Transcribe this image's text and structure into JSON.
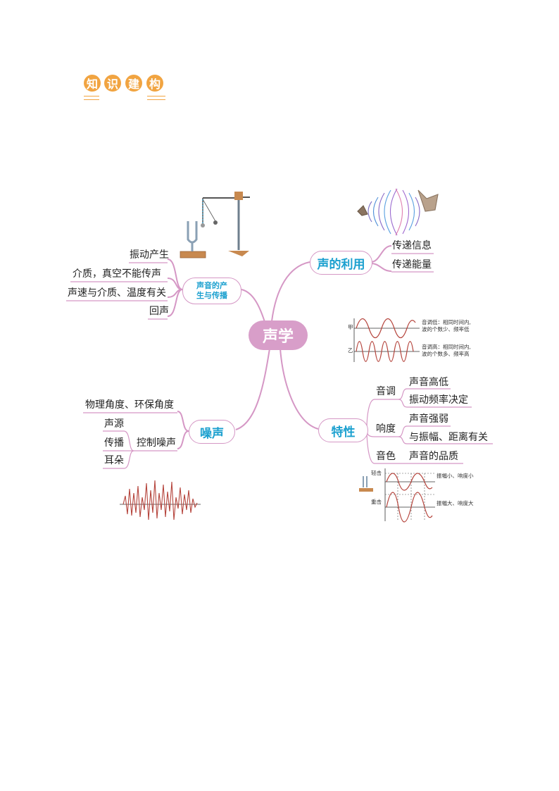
{
  "header": {
    "chars": [
      "知",
      "识",
      "建",
      "构"
    ]
  },
  "center": "声学",
  "nodes": {
    "production": {
      "title_l1": "声音的产",
      "title_l2": "生与传播",
      "items": [
        "振动产生",
        "介质，真空不能传声",
        "声速与介质、温度有关",
        "回声"
      ]
    },
    "use": {
      "title": "声的利用",
      "items": [
        "传递信息",
        "传递能量"
      ]
    },
    "noise": {
      "title": "噪声",
      "item": "物理角度、环保角度",
      "control": "控制噪声",
      "subitems": [
        "声源",
        "传播",
        "耳朵"
      ]
    },
    "character": {
      "title": "特性",
      "pitch": {
        "label": "音调",
        "items": [
          "声音高低",
          "振动频率决定"
        ]
      },
      "loudness": {
        "label": "响度",
        "items": [
          "声音强弱",
          "与振幅、距离有关"
        ]
      },
      "timbre": {
        "label": "音色",
        "item": "声音的品质"
      }
    }
  },
  "waves": {
    "jia": "甲",
    "yi": "乙",
    "note1_l1": "音调低：相同时间内,",
    "note1_l2": "波的个数少、频率低",
    "note2_l1": "音调高：相同时间内,",
    "note2_l2": "波的个数多、频率高",
    "light": "轻击",
    "heavy": "重击",
    "note3": "振幅小、响度小",
    "note4": "振幅大、响度大"
  },
  "colors": {
    "branch": "#d597c5",
    "center": "#d89ec9",
    "title": "#1ba0cf",
    "badge": "#f1a441",
    "wave": "#b5443c"
  }
}
